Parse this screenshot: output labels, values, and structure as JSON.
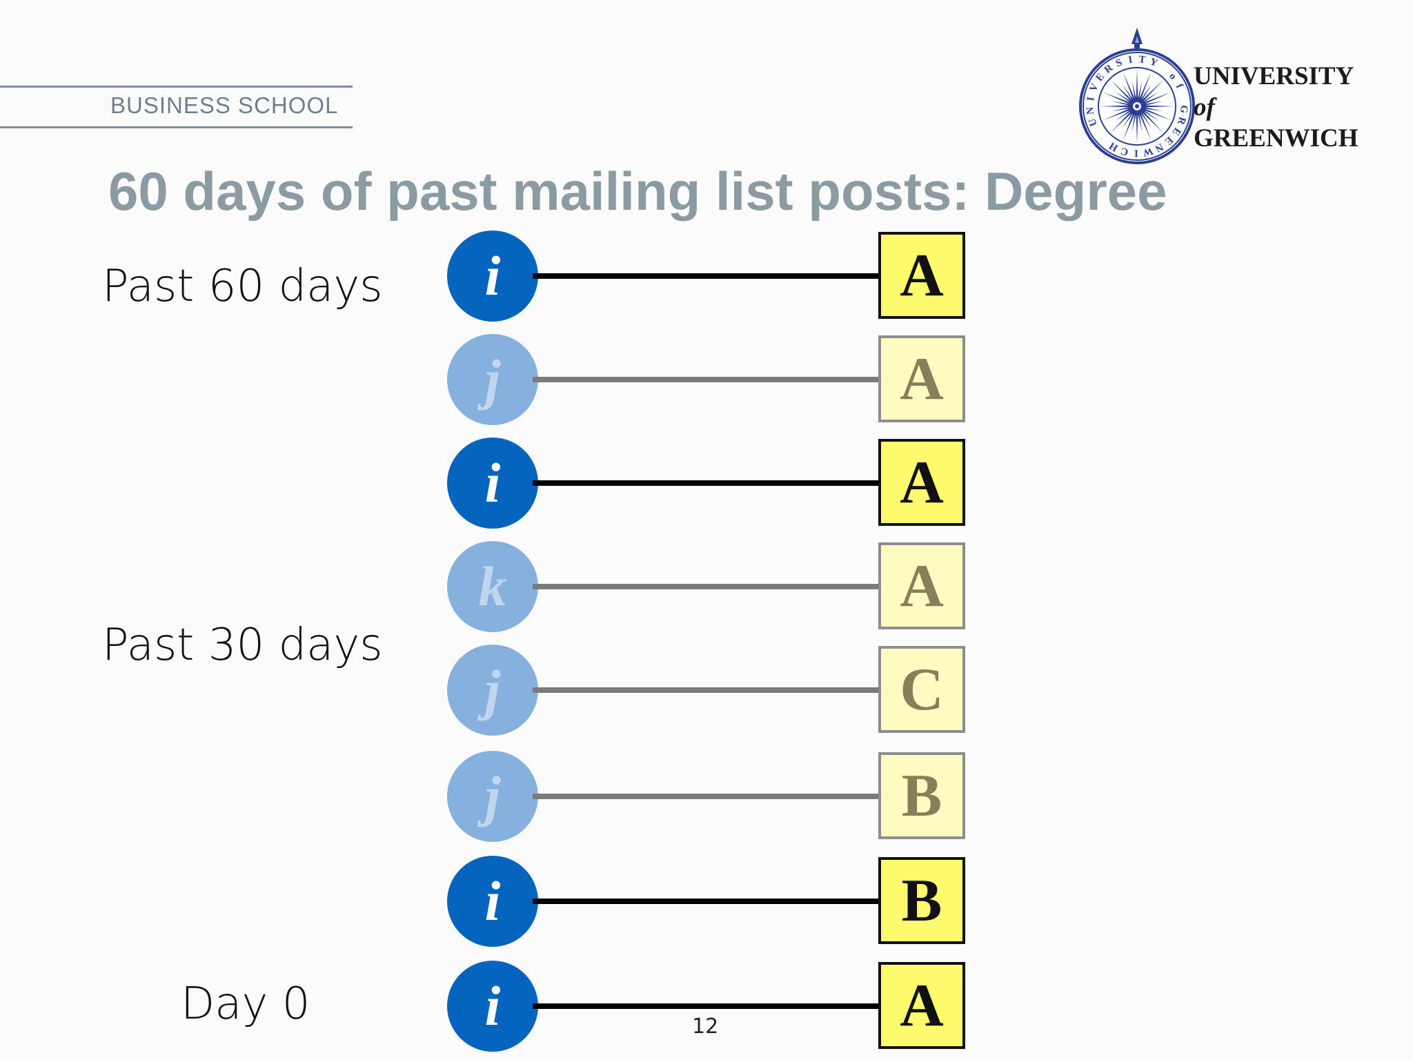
{
  "header": {
    "school": "BUSINESS SCHOOL",
    "university": {
      "line1": "UNIVERSITY",
      "line2": "of",
      "line3": "GREENWICH",
      "seal_text": "UNIVERSITY of GREENWICH",
      "seal_accent_color": "#2a3f92"
    }
  },
  "title": "60 days of past mailing list posts: Degree",
  "period_labels": {
    "past_60": "Past 60 days",
    "past_30": "Past 30 days",
    "day_0": "Day 0"
  },
  "colors": {
    "node_active": "#0564bd",
    "node_faded": "#86b0de",
    "box_active": "#fdfb6d",
    "box_faded": "#fdfbc0",
    "title": "#8a9ba3"
  },
  "posts": [
    {
      "user": "i",
      "list": "A",
      "highlighted": true
    },
    {
      "user": "j",
      "list": "A",
      "highlighted": false
    },
    {
      "user": "i",
      "list": "A",
      "highlighted": true
    },
    {
      "user": "k",
      "list": "A",
      "highlighted": false
    },
    {
      "user": "j",
      "list": "C",
      "highlighted": false
    },
    {
      "user": "j",
      "list": "B",
      "highlighted": false
    },
    {
      "user": "i",
      "list": "B",
      "highlighted": true
    },
    {
      "user": "i",
      "list": "A",
      "highlighted": true
    }
  ],
  "page_number": "12"
}
